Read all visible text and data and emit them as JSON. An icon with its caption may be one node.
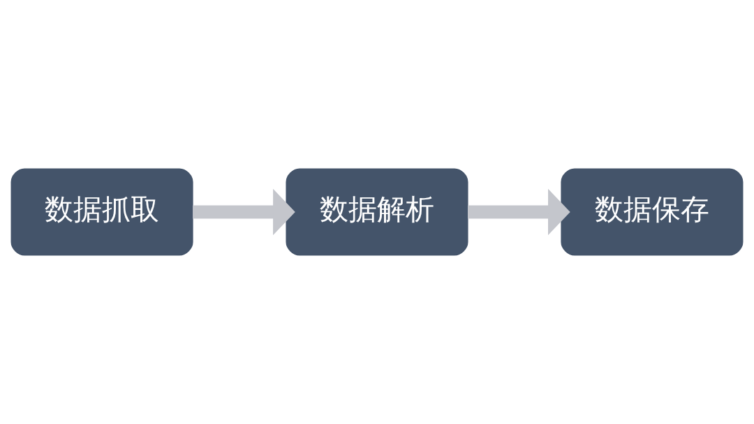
{
  "diagram": {
    "nodes": [
      {
        "text": [
          "数据抓取"
        ]
      },
      {
        "text": [
          "数据解析"
        ]
      },
      {
        "text": [
          "数据保存"
        ]
      }
    ],
    "edges": [
      {
        "from": 0,
        "to": 1,
        "arrow": "to"
      },
      {
        "from": 1,
        "to": 2,
        "arrow": "to"
      }
    ]
  }
}
